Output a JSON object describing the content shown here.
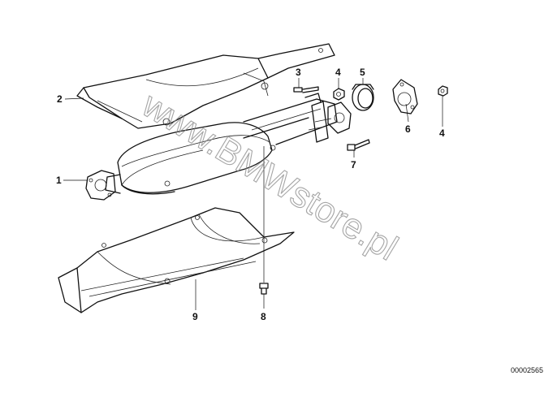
{
  "diagram": {
    "watermark": "www.BMWstore.pl",
    "reference_number": "00002565",
    "callouts": {
      "c1": "1",
      "c2": "2",
      "c3": "3",
      "c4a": "4",
      "c4b": "4",
      "c5": "5",
      "c6": "6",
      "c7": "7",
      "c8": "8",
      "c9": "9"
    }
  }
}
